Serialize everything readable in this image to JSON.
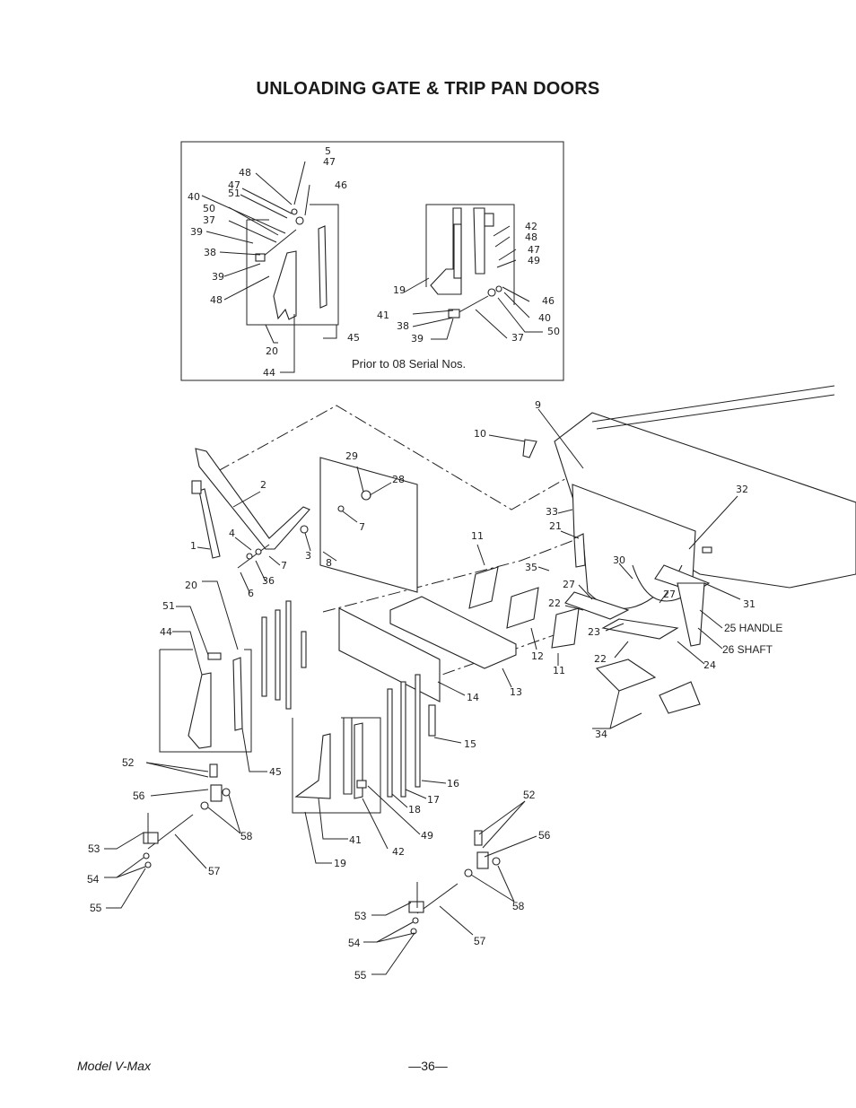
{
  "page": {
    "title": "UNLOADING GATE & TRIP PAN DOORS",
    "inset_caption": "Prior to 08 Serial Nos.",
    "footer_model": "Model V-Max",
    "footer_page": "—36—"
  },
  "inset_labels": [
    "5",
    "47",
    "48",
    "47",
    "51",
    "46",
    "40",
    "50",
    "37",
    "39",
    "38",
    "39",
    "48",
    "20",
    "44",
    "45",
    "42",
    "48",
    "47",
    "49",
    "19",
    "46",
    "41",
    "40",
    "38",
    "39",
    "37",
    "50"
  ],
  "main_labels": [
    "9",
    "10",
    "32",
    "33",
    "21",
    "2",
    "29",
    "28",
    "7",
    "1",
    "4",
    "3",
    "7",
    "8",
    "36",
    "6",
    "11",
    "35",
    "30",
    "27",
    "22",
    "27",
    "31",
    "25 HANDLE",
    "26 SHAFT",
    "23",
    "24",
    "22",
    "11",
    "12",
    "13",
    "14",
    "15",
    "16",
    "17",
    "18",
    "49",
    "42",
    "41",
    "19",
    "20",
    "51",
    "44",
    "45",
    "34"
  ],
  "assembly_labels": [
    "52",
    "56",
    "58",
    "53",
    "54",
    "55",
    "57",
    "52",
    "56",
    "58",
    "53",
    "54",
    "55",
    "57"
  ]
}
